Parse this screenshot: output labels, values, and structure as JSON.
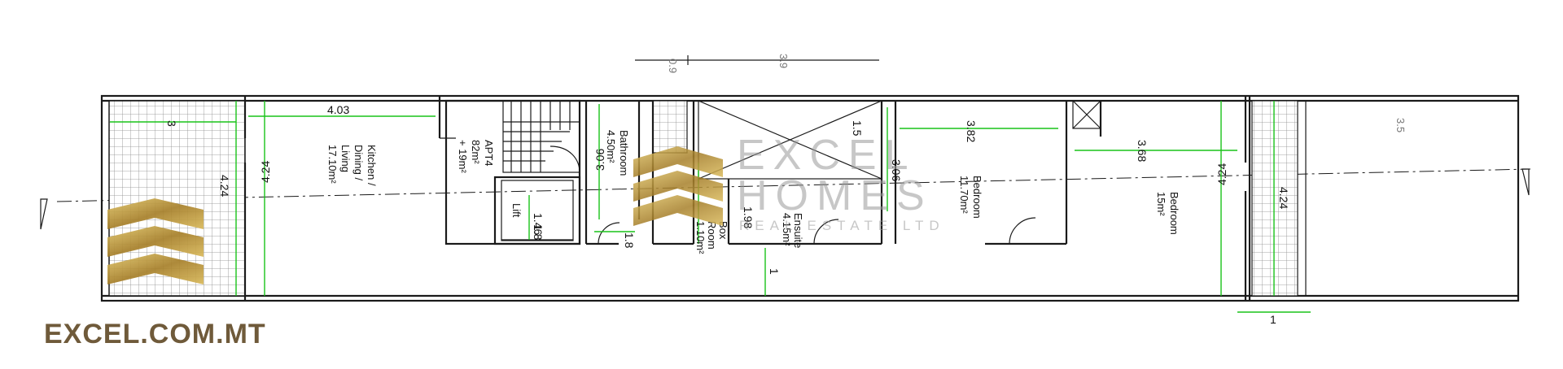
{
  "brand": {
    "website": "EXCEL.COM.MT",
    "watermark_line1": "EXCEL",
    "watermark_line2": "HOMES",
    "watermark_line3": "REAL ESTATE LTD",
    "gold_color": "#b8962e",
    "dimension_color": "#19c319"
  },
  "top_dims": {
    "d1": "0.9",
    "d2": "3.9"
  },
  "dims": {
    "terrace_left_width": "3",
    "terrace_left_height": "4.24",
    "kitchen_width": "4.03",
    "kitchen_height": "4.24",
    "lift_a": "1.46",
    "lift_b": "1.8",
    "bath_height": "3.06",
    "bath_bottom": "1.8",
    "ensuite_a": "1.5",
    "ensuite_b": "3.06",
    "ensuite_c": "1.98",
    "bed1_width": "3.82",
    "bed2_width": "3.68",
    "bed2_height": "4.24",
    "terrace_right_height": "4.24",
    "balcony_width": "3.5",
    "corridor": "1",
    "right_small": "1"
  },
  "rooms": {
    "kitchen_l1": "Kitchen /",
    "kitchen_l2": "Dining /",
    "kitchen_l3": "Living",
    "kitchen_area": "17.10m²",
    "apt_l1": "APT4",
    "apt_l2": "82m²",
    "apt_l3": "+ 19m²",
    "lift": "Lift",
    "bath_l1": "Bathroom",
    "bath_l2": "4.50m²",
    "box_l1": "Box",
    "box_l2": "Room",
    "box_l3": "1.10m²",
    "ensuite_l1": "Ensuite",
    "ensuite_l2": "4.15m²",
    "bed1_l1": "Bedroom",
    "bed1_l2": "11.70m²",
    "bed2_l1": "Bedroom",
    "bed2_l2": "15m²"
  }
}
